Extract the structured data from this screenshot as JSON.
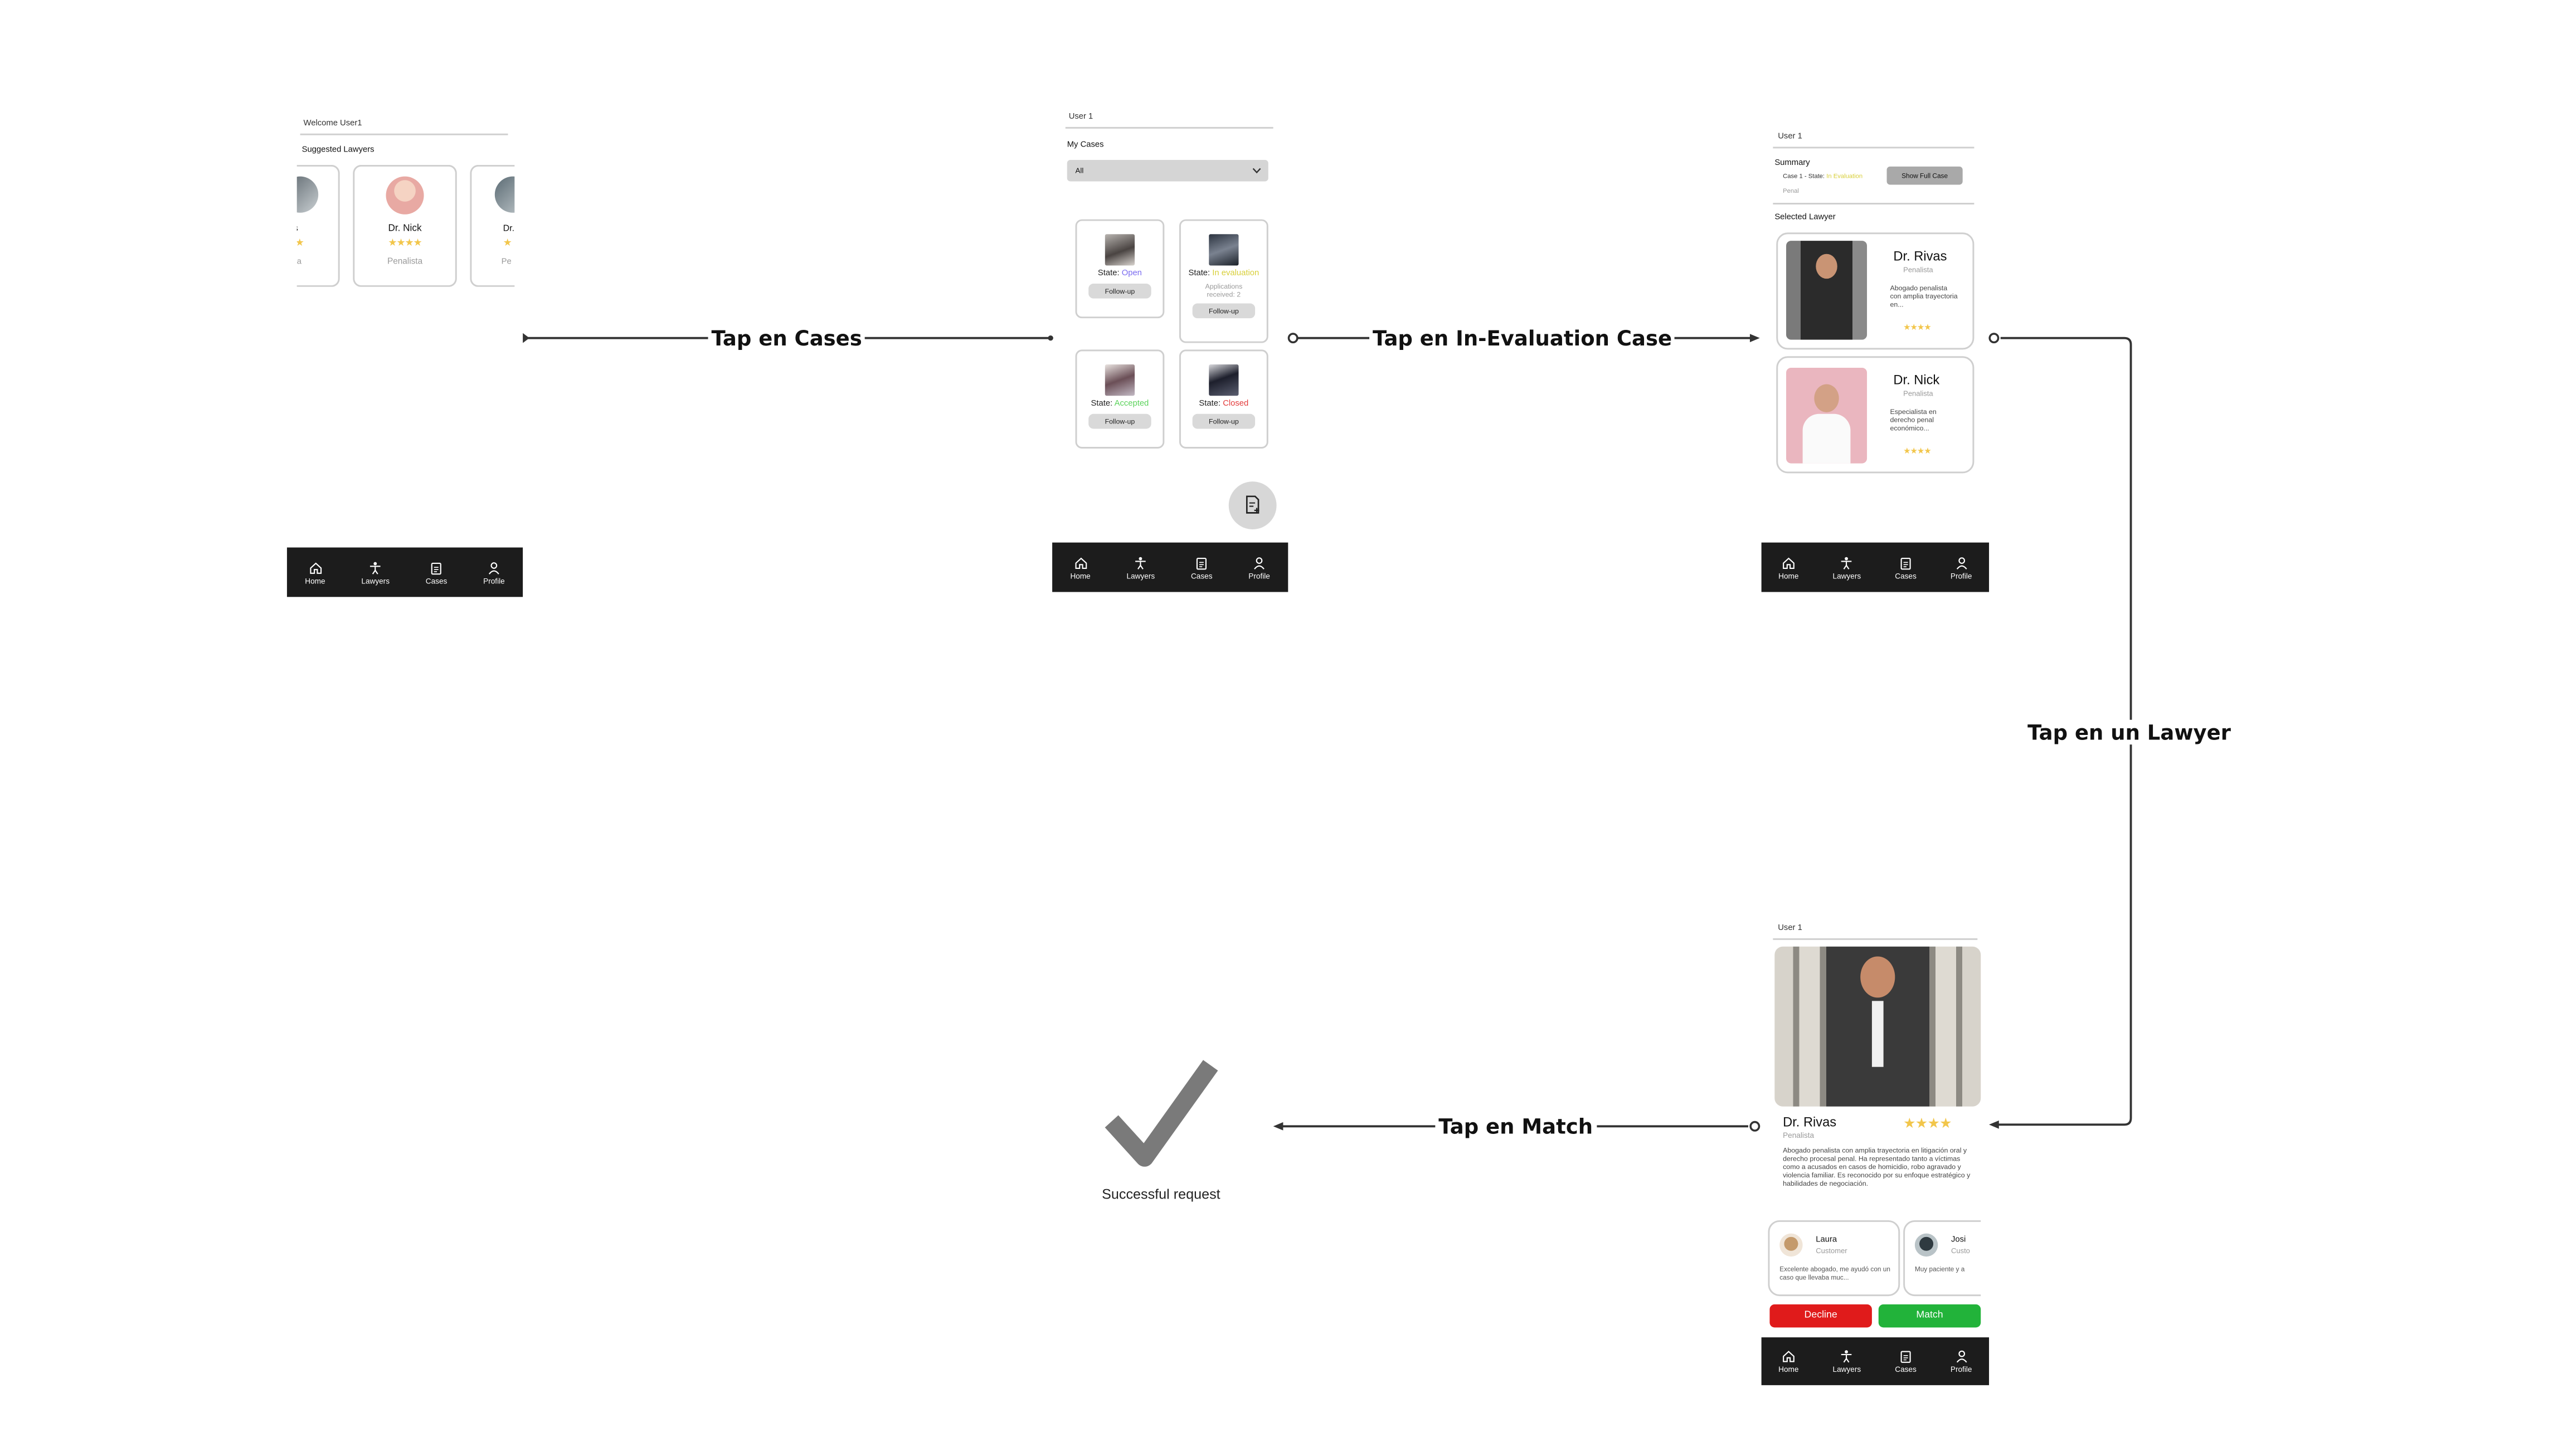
{
  "flow_labels": {
    "cases": "Tap en Cases",
    "in_eval": "Tap en In-Evaluation Case",
    "lawyer": "Tap en un Lawyer",
    "match": "Tap en Match"
  },
  "nav": {
    "home": "Home",
    "lawyers": "Lawyers",
    "cases": "Cases",
    "profile": "Profile"
  },
  "screen_home": {
    "welcome": "Welcome User1",
    "section": "Suggested Lawyers",
    "left_name": "as",
    "left_spec": "ista",
    "card_name": "Dr. Nick",
    "card_spec": "Penalista",
    "right_name": "Dr.",
    "right_spec": "Pe",
    "stars": "★★★★"
  },
  "screen_cases": {
    "user": "User 1",
    "title": "My Cases",
    "dropdown": "All",
    "state_prefix": "State:",
    "follow": "Follow-up",
    "cases": [
      {
        "state": "Open",
        "color": "#7b6cf0"
      },
      {
        "state": "In evaluation",
        "color": "#d8cf3a",
        "note": "Applications received: 2"
      },
      {
        "state": "Accepted",
        "color": "#5bd35b"
      },
      {
        "state": "Closed",
        "color": "#e33b3b"
      }
    ]
  },
  "screen_summary": {
    "user": "User 1",
    "summary_title": "Summary",
    "case_line_prefix": "Case 1 - State:",
    "case_state": "In Evaluation",
    "case_sub": "Penal",
    "show_full": "Show Full Case",
    "selected": "Selected Lawyer",
    "lawyers": [
      {
        "name": "Dr. Rivas",
        "spec": "Penalista",
        "desc": "Abogado penalista con amplia trayectoria en...",
        "stars": "★★★★"
      },
      {
        "name": "Dr. Nick",
        "spec": "Penalista",
        "desc": "Especialista en derecho penal económico...",
        "stars": "★★★★"
      }
    ]
  },
  "screen_profile": {
    "user": "User 1",
    "name": "Dr. Rivas",
    "spec": "Penalista",
    "stars": "★★★★",
    "bio": "Abogado penalista con amplia trayectoria en litigación oral y derecho procesal penal. Ha representado tanto a víctimas como a acusados en casos de homicidio, robo agravado y violencia familiar. Es reconocido por su enfoque estratégico y habilidades de negociación.",
    "reviews": [
      {
        "name": "Laura",
        "role": "Customer",
        "text": "Excelente abogado, me ayudó con un caso que llevaba muc..."
      },
      {
        "name": "Josi",
        "role": "Custo",
        "text": "Muy paciente y a"
      }
    ],
    "decline": "Decline",
    "match": "Match"
  },
  "success": {
    "text": "Successful request"
  },
  "colors": {
    "decline": "#e01b1b",
    "match": "#22b33a",
    "nav": "#1c1c1c",
    "star": "#f2c64b"
  }
}
